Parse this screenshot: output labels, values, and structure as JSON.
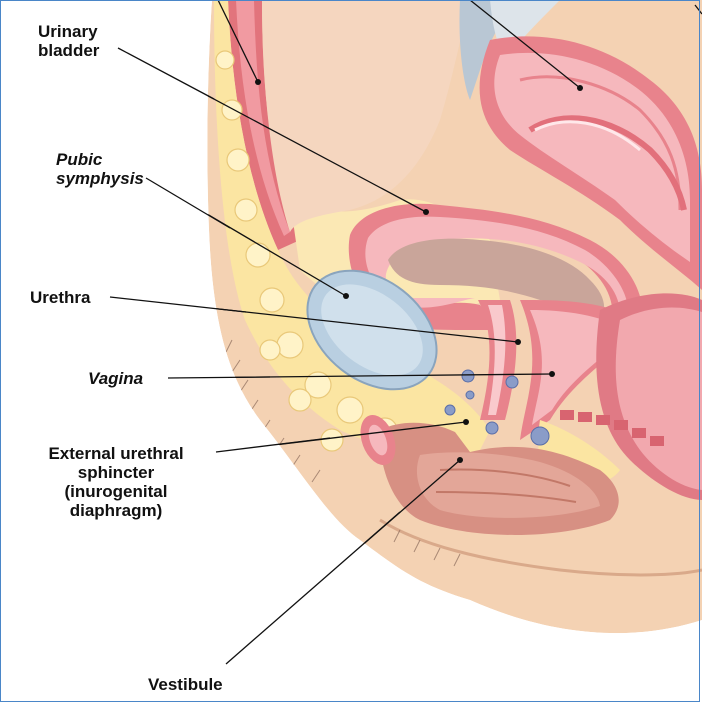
{
  "labels": {
    "urinary_bladder": "Urinary\nbladder",
    "pubic_symphysis": "Pubic\nsymphysis",
    "urethra": "Urethra",
    "vagina": "Vagina",
    "external_urethral_sphincter": "External urethral\nsphincter\n(inurogenital\ndiaphragm)",
    "vestibule": "Vestibule"
  },
  "colors": {
    "skin": "#f2c9a6",
    "fat": "#fbe39a",
    "muscle_pink": "#e87a86",
    "muscle_light": "#f6b9bd",
    "bone_blue": "#b8cfe0",
    "frame": "#4a86c8"
  }
}
